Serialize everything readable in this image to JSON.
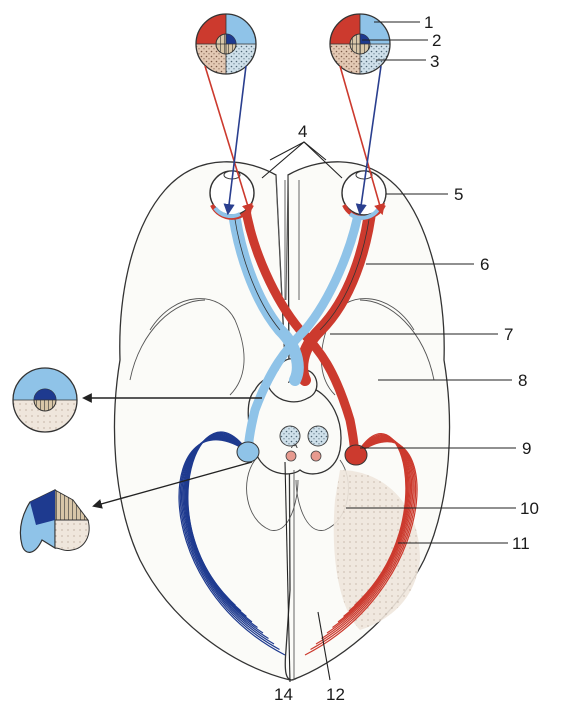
{
  "figure": {
    "labels": [
      "1",
      "2",
      "3",
      "4",
      "5",
      "6",
      "7",
      "8",
      "9",
      "10",
      "11",
      "12",
      "14"
    ]
  },
  "colors": {
    "temporal_field": "#cc3a2e",
    "nasal_field": "#8fc3e8",
    "macula": "#1e3a8f",
    "lower_field": "#d9b9a0",
    "outline": "#333333"
  }
}
